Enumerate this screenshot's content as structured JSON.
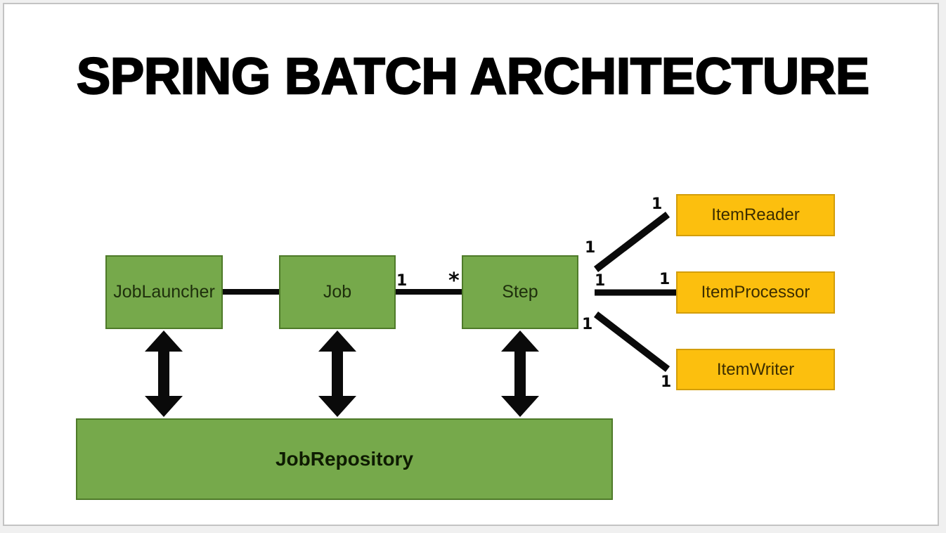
{
  "title": "SPRING BATCH ARCHITECTURE",
  "colors": {
    "green_fill": "#76A94B",
    "green_border": "#4E7A29",
    "gold_fill": "#FCBF0E",
    "gold_border": "#D39E0B",
    "line": "#0A0A0A",
    "title": "#000000"
  },
  "nodes": {
    "job_launcher": {
      "label": "JobLauncher"
    },
    "job": {
      "label": "Job"
    },
    "step": {
      "label": "Step"
    },
    "job_repository": {
      "label": "JobRepository"
    },
    "item_reader": {
      "label": "ItemReader"
    },
    "item_processor": {
      "label": "ItemProcessor"
    },
    "item_writer": {
      "label": "ItemWriter"
    }
  },
  "multiplicities": {
    "job_to_step_source": "1",
    "job_to_step_target": "*",
    "step_to_reader_source": "1",
    "step_to_reader_target": "1",
    "step_to_processor_source": "1",
    "step_to_processor_target": "1",
    "step_to_writer_source": "1",
    "step_to_writer_target": "1"
  }
}
